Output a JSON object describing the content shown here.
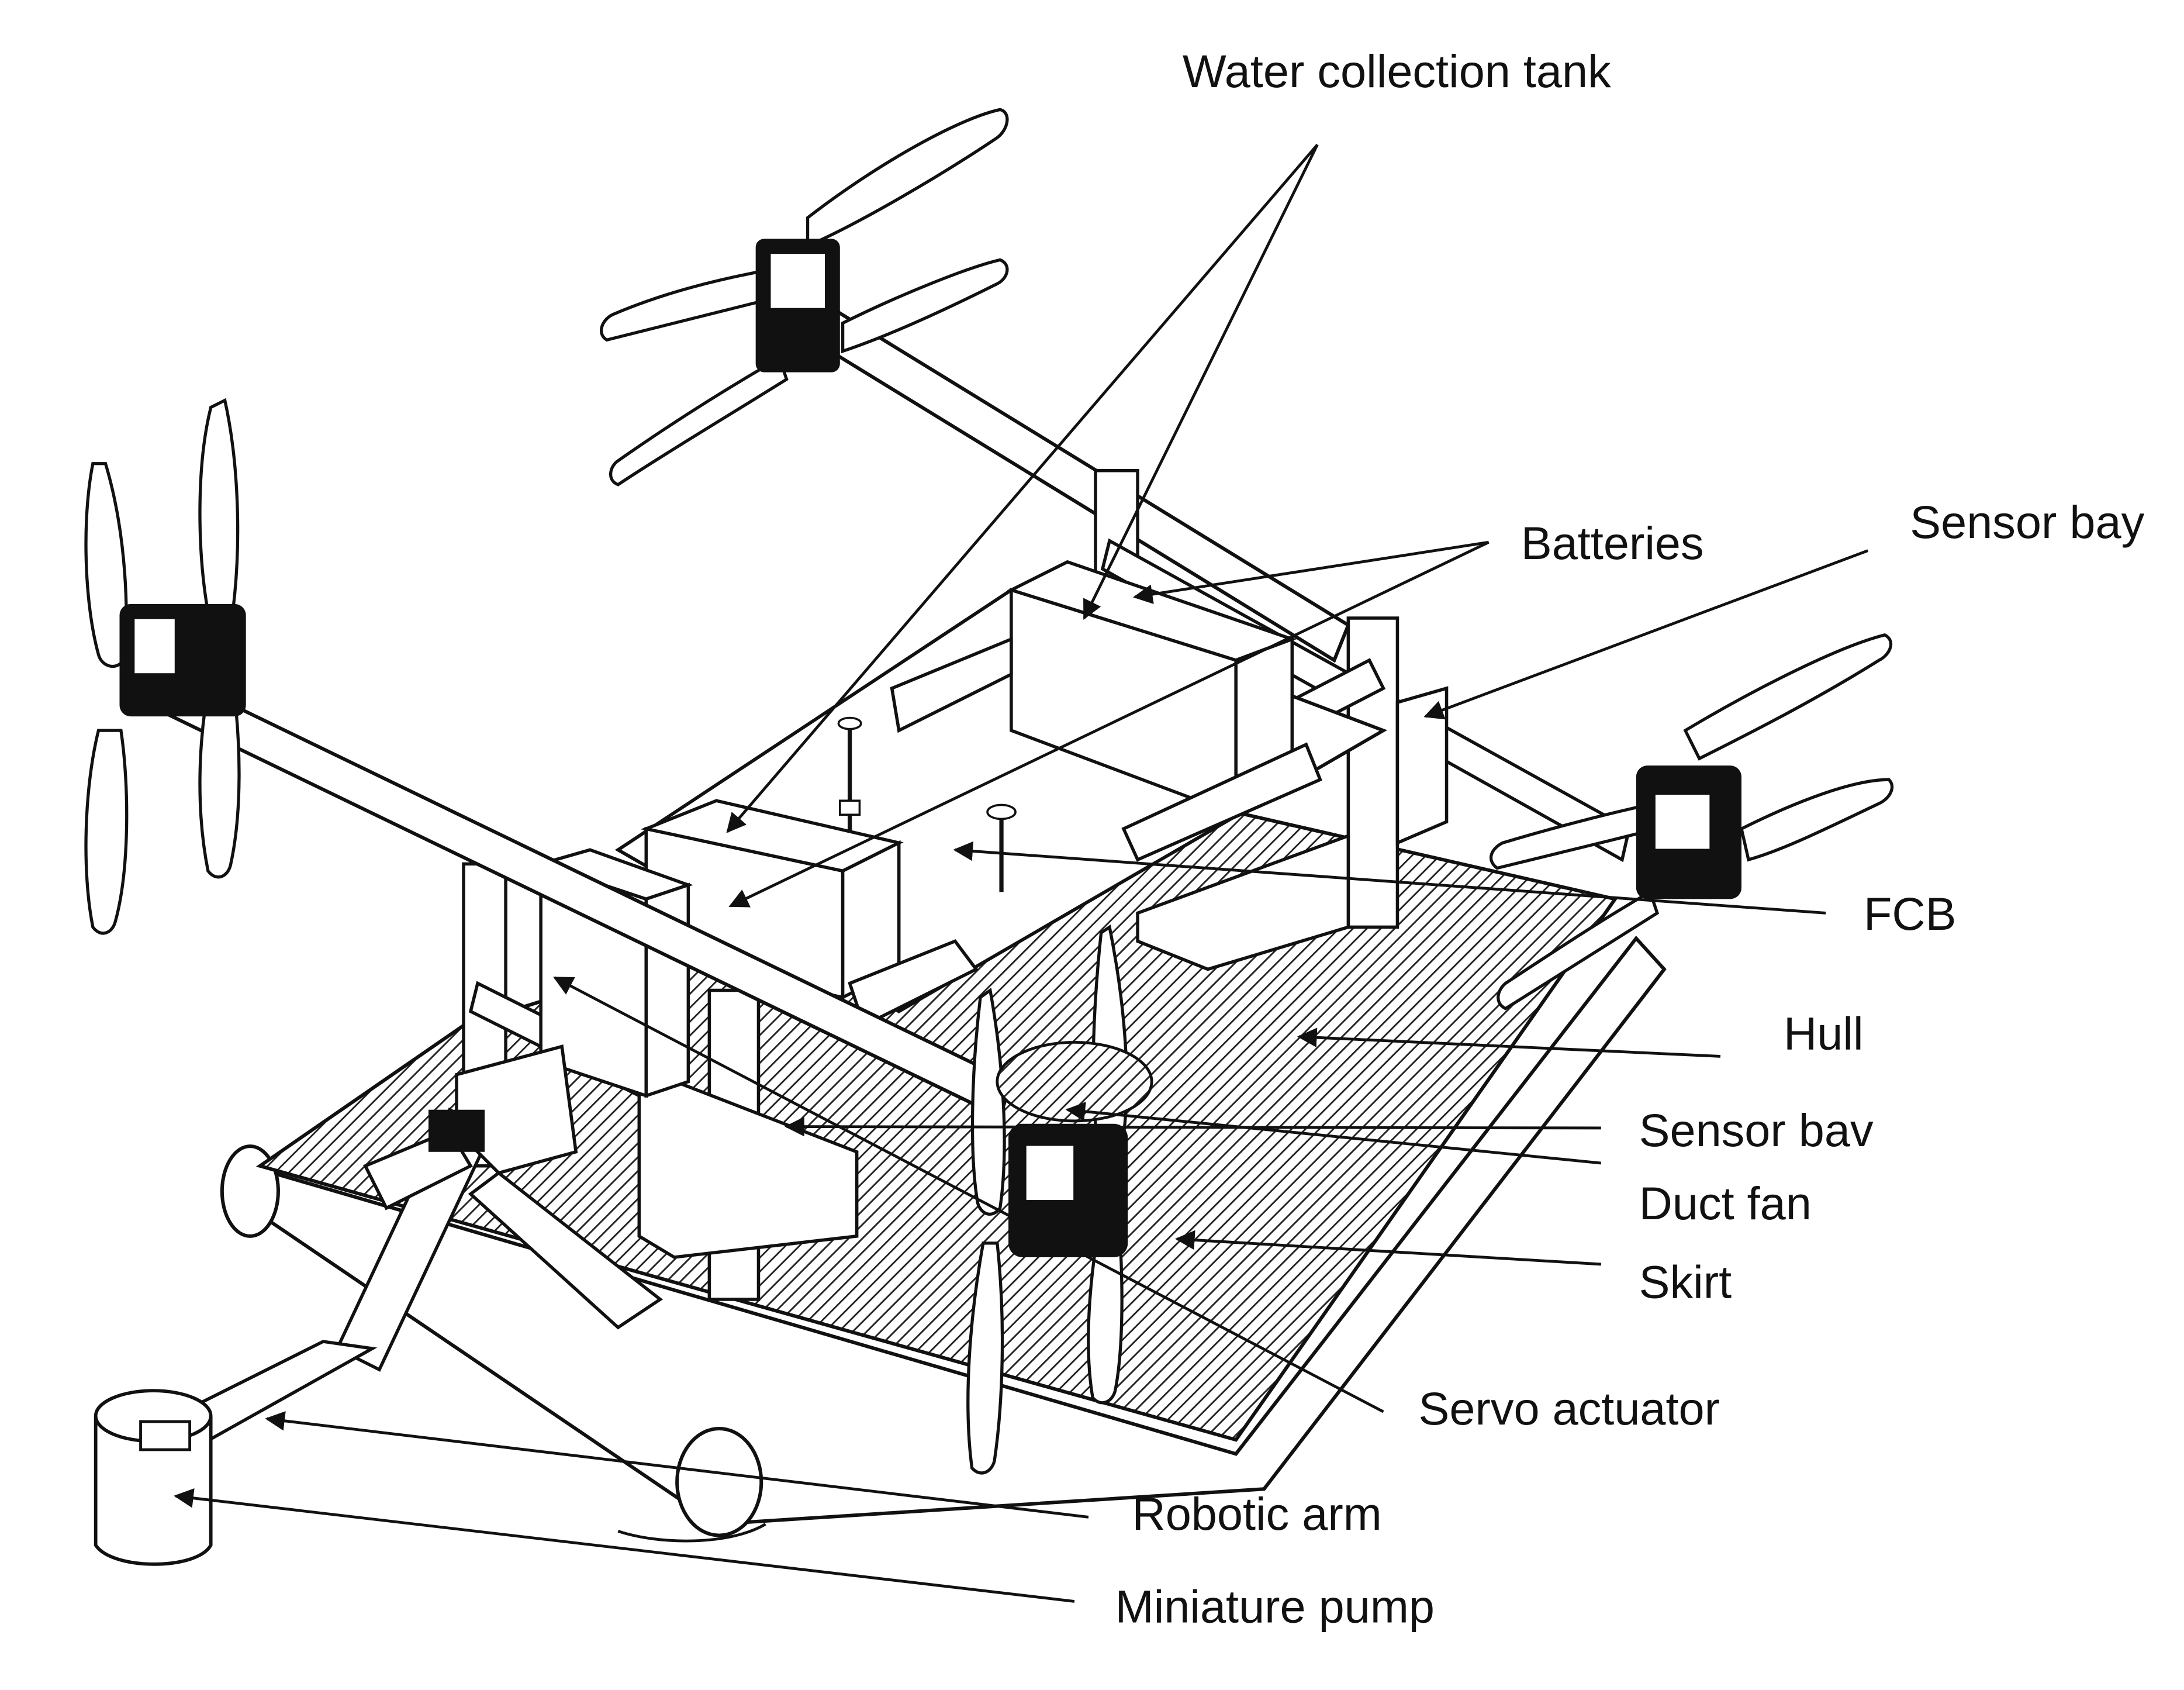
{
  "diagram": {
    "labels": {
      "water_tank": "Water collection tank",
      "batteries": "Batteries",
      "sensor_bay_top": "Sensor bay",
      "fcb": "FCB",
      "hull": "Hull",
      "sensor_bay_lower": "Sensor bav",
      "duct_fan": "Duct fan",
      "skirt": "Skirt",
      "servo_actuator": "Servo actuator",
      "robotic_arm": "Robotic arm",
      "miniature_pump": "Miniature pump"
    }
  }
}
